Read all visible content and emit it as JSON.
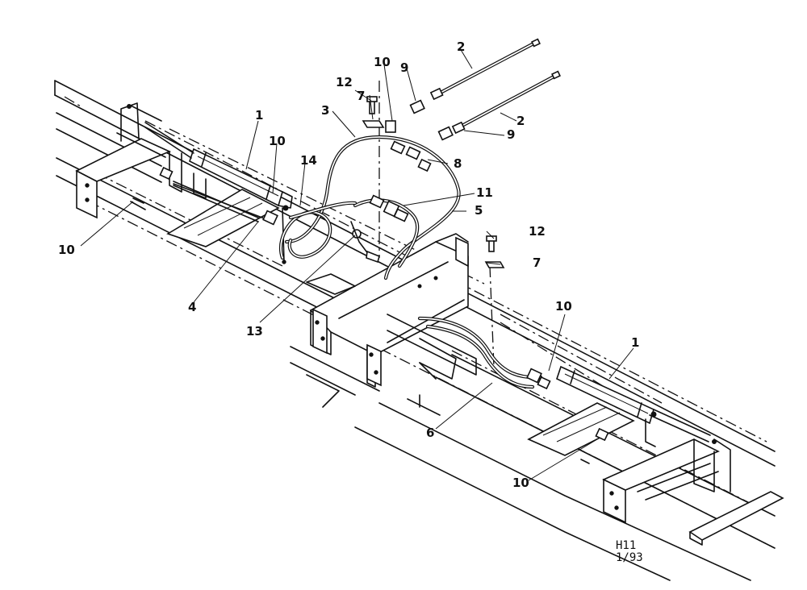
{
  "callouts": [
    {
      "id": "c1a",
      "text": "1"
    },
    {
      "id": "c1b",
      "text": "1"
    },
    {
      "id": "c2a",
      "text": "2"
    },
    {
      "id": "c2b",
      "text": "2"
    },
    {
      "id": "c3",
      "text": "3"
    },
    {
      "id": "c4",
      "text": "4"
    },
    {
      "id": "c5",
      "text": "5"
    },
    {
      "id": "c6",
      "text": "6"
    },
    {
      "id": "c7a",
      "text": "7"
    },
    {
      "id": "c7b",
      "text": "7"
    },
    {
      "id": "c8",
      "text": "8"
    },
    {
      "id": "c9a",
      "text": "9"
    },
    {
      "id": "c9b",
      "text": "9"
    },
    {
      "id": "c10a",
      "text": "10"
    },
    {
      "id": "c10b",
      "text": "10"
    },
    {
      "id": "c10c",
      "text": "10"
    },
    {
      "id": "c10d",
      "text": "10"
    },
    {
      "id": "c10e",
      "text": "10"
    },
    {
      "id": "c11",
      "text": "11"
    },
    {
      "id": "c12a",
      "text": "12"
    },
    {
      "id": "c12b",
      "text": "12"
    },
    {
      "id": "c13",
      "text": "13"
    },
    {
      "id": "c14",
      "text": "14"
    }
  ],
  "drawing_code": {
    "line1": "H11",
    "line2": "1/93"
  }
}
